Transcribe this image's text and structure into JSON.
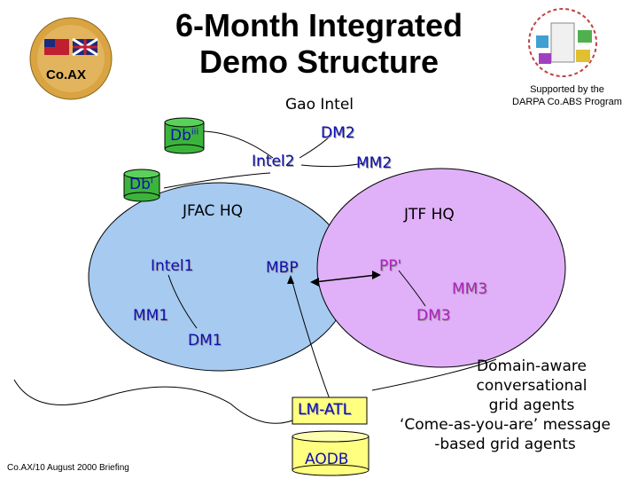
{
  "header": {
    "title_line1": "6-Month Integrated",
    "title_line2": "Demo Structure",
    "logo_text": "Co.AX",
    "support_line1": "Supported by the",
    "support_line2": "DARPA Co.ABS Program"
  },
  "diagram": {
    "gao_intel": "Gao Intel",
    "db3": "Db",
    "db3_sup": "iii",
    "db1": "Db",
    "db1_sup": "i",
    "dm2": "DM2",
    "intel2": "Intel2",
    "mm2": "MM2",
    "jfac_hq": "JFAC HQ",
    "jtf_hq": "JTF HQ",
    "intel1": "Intel1",
    "mbp": "MBP",
    "pp": "PP'",
    "mm3": "MM3",
    "mm1": "MM1",
    "dm3": "DM3",
    "dm1": "DM1",
    "lm_atl": "LM-ATL",
    "aodb": "AODB"
  },
  "notes": {
    "line1": "Domain-aware",
    "line2": "conversational",
    "line3": "grid agents",
    "line4": "‘Come-as-you-are’ message",
    "line5": "-based grid agents"
  },
  "footer": {
    "text": "Co.AX/10 August 2000 Briefing"
  },
  "colors": {
    "left_circle": "#a6caf0",
    "right_circle": "#e0b0f8",
    "agent_blue": "#1010b0",
    "agent_purple": "#b020c0",
    "cylinder_green": "#3cb43c",
    "cylinder_yellow": "#ffff80"
  }
}
